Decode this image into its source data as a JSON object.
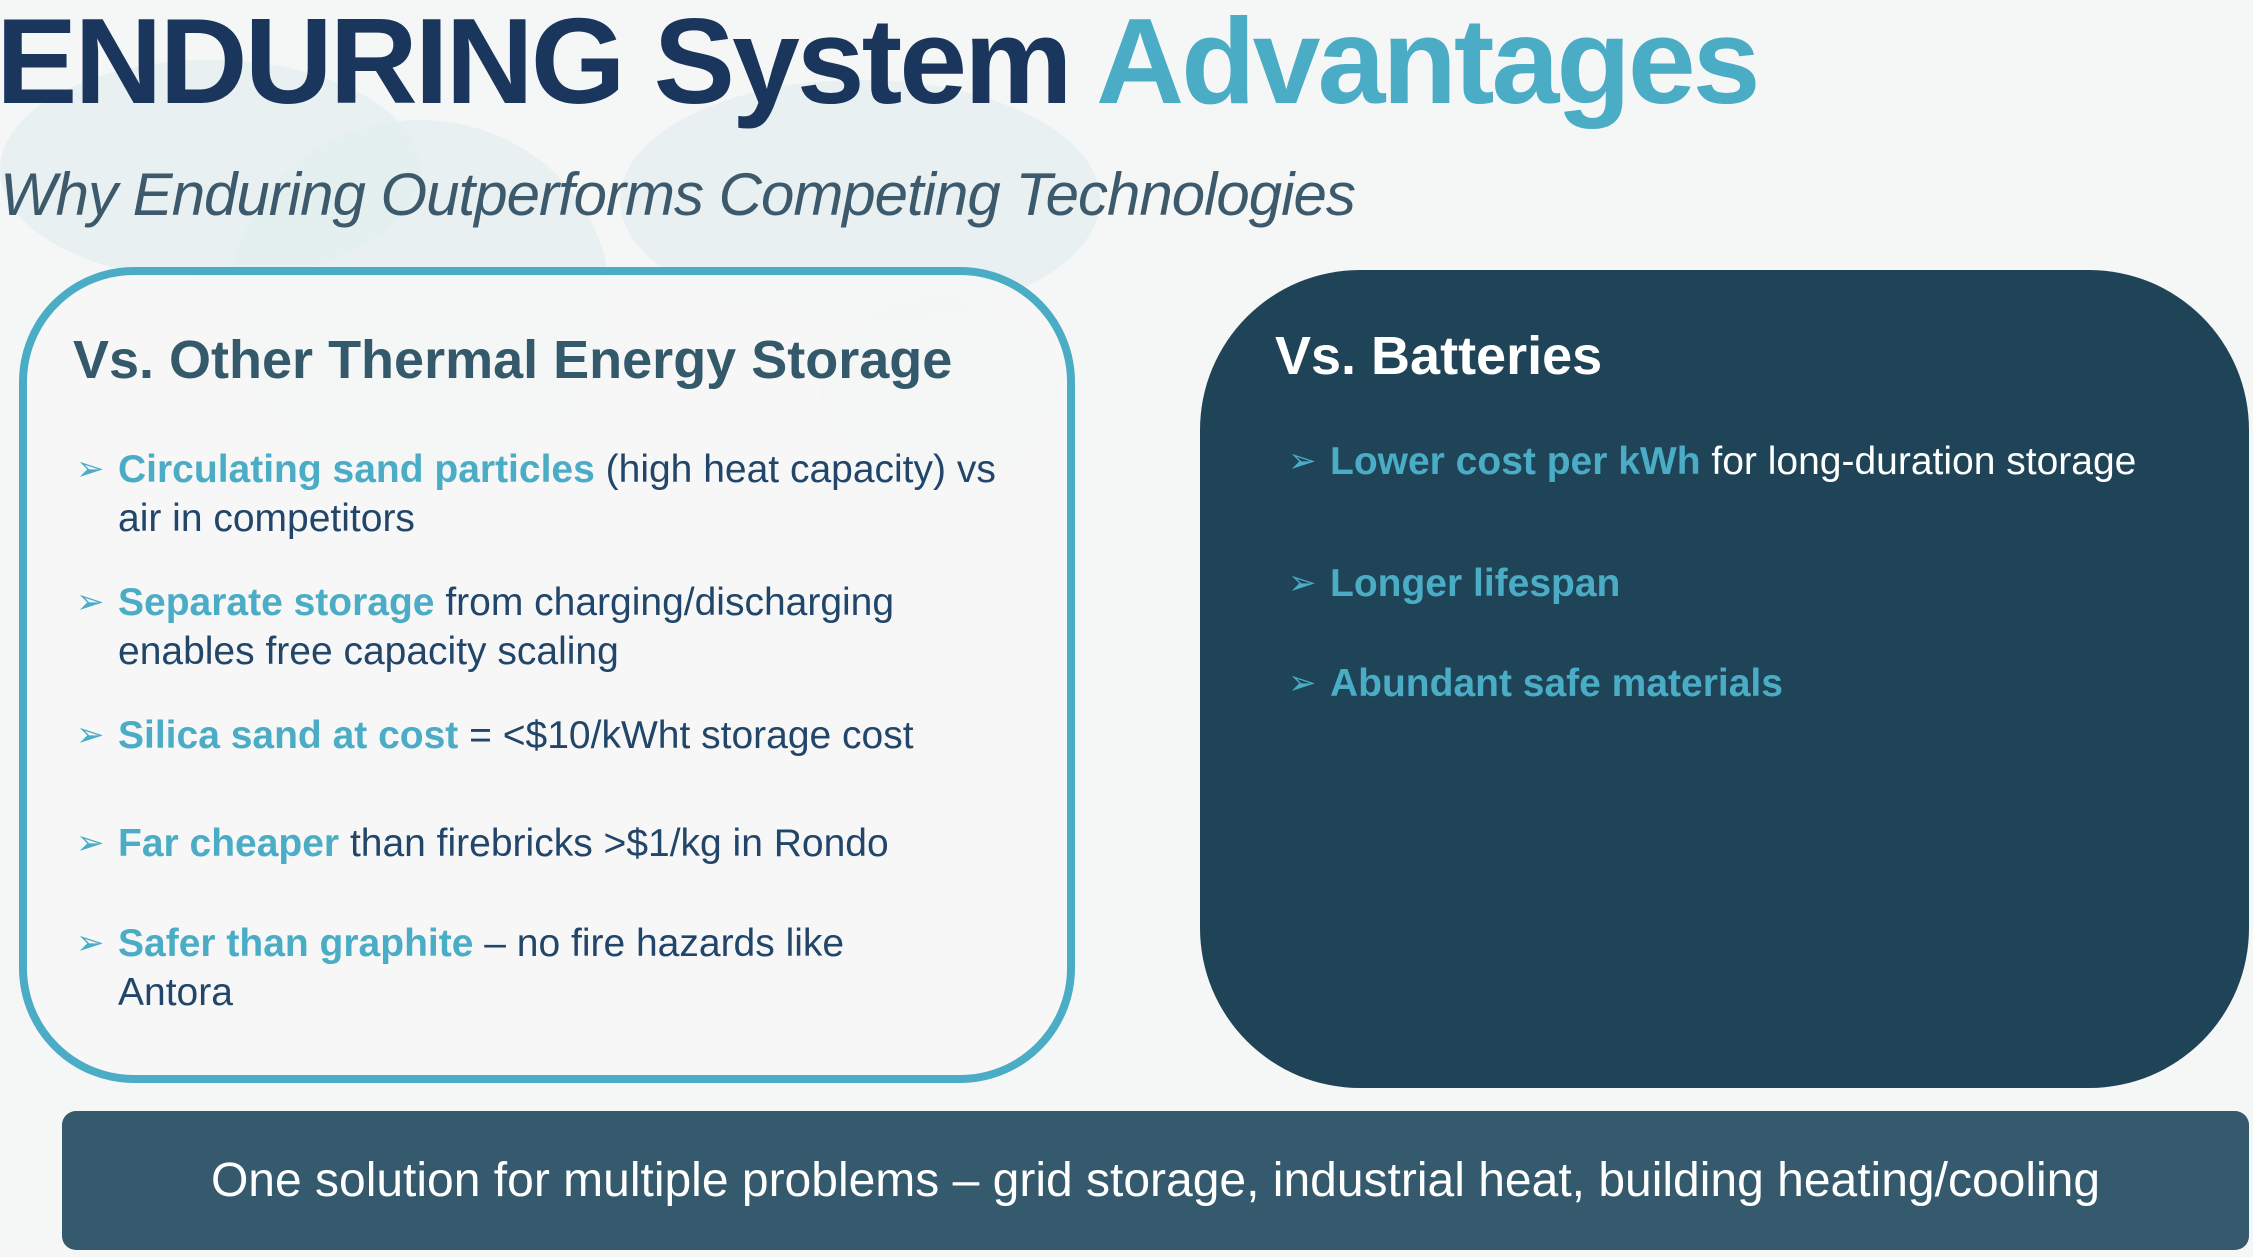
{
  "title": {
    "part1": "ENDURING System ",
    "part2": "Advantages"
  },
  "subtitle": "Why Enduring Outperforms Competing Technologies",
  "left_panel": {
    "heading": "Vs. Other Thermal Energy Storage",
    "bullets": [
      {
        "highlight": "Circulating sand particles",
        "text": " (high heat capacity) vs air in competitors"
      },
      {
        "highlight": "Separate storage",
        "text": " from charging/discharging enables free capacity scaling"
      },
      {
        "highlight": "Silica sand at cost",
        "text": " = <$10/kWht storage cost"
      },
      {
        "highlight": "Far cheaper",
        "text": " than firebricks >$1/kg in Rondo"
      },
      {
        "highlight": "Safer than graphite",
        "text": " – no fire hazards like Antora"
      }
    ]
  },
  "right_panel": {
    "heading": "Vs. Batteries",
    "bullets": [
      {
        "highlight": "Lower cost per kWh",
        "text": " for long-duration storage"
      },
      {
        "highlight": "Longer lifespan",
        "text": ""
      },
      {
        "highlight": "Abundant safe materials",
        "text": ""
      }
    ]
  },
  "banner": "One solution for multiple problems – grid storage, industrial heat, building heating/cooling",
  "colors": {
    "navy": "#1b365d",
    "accent": "#4bacc6",
    "panel_dark": "#1f4457",
    "banner": "#355a6d"
  }
}
